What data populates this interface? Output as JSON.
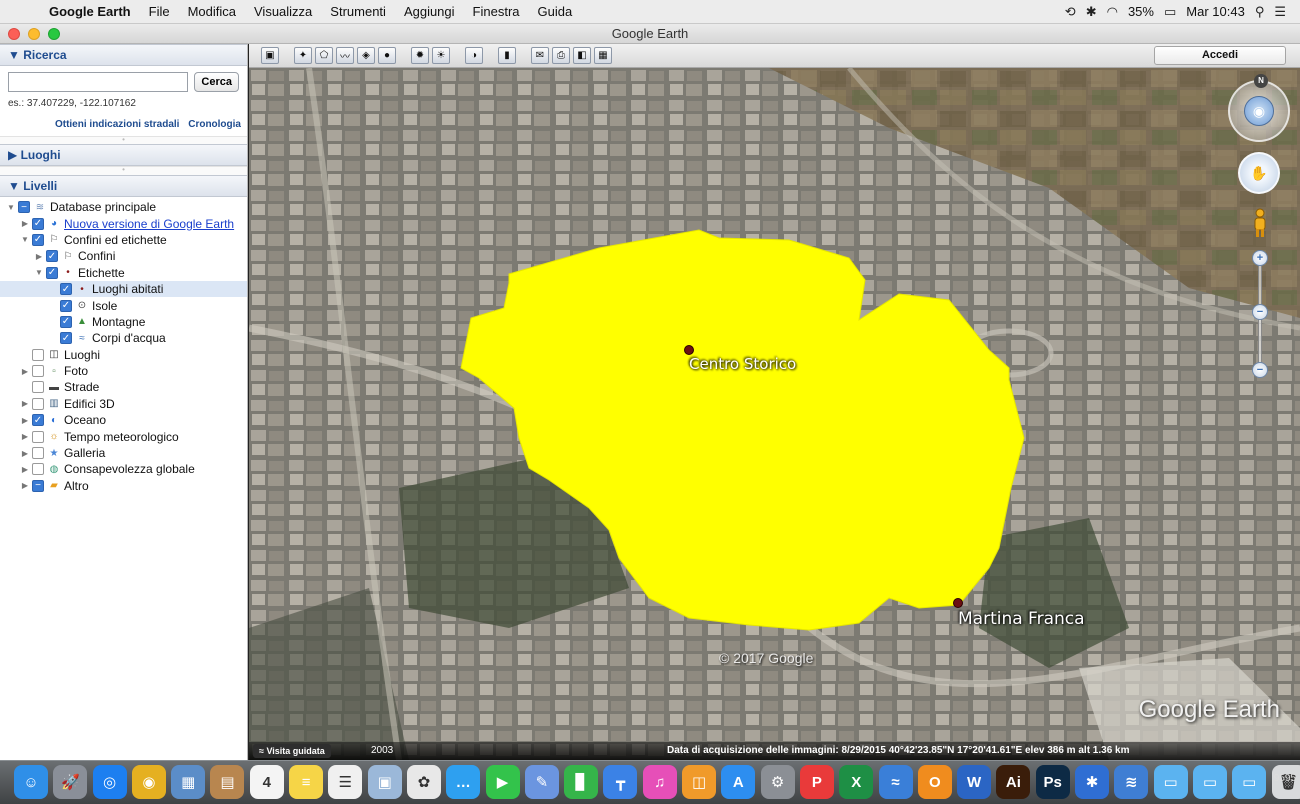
{
  "menubar": {
    "app_name": "Google Earth",
    "items": [
      "File",
      "Modifica",
      "Visualizza",
      "Strumenti",
      "Aggiungi",
      "Finestra",
      "Guida"
    ],
    "battery": "35%",
    "clock": "Mar 10:43"
  },
  "window": {
    "title": "Google Earth"
  },
  "sidebar": {
    "search": {
      "header": "▼ Ricerca",
      "input_value": "",
      "button": "Cerca",
      "example": "es.: 37.407229, -122.107162",
      "link_directions": "Ottieni indicazioni stradali",
      "link_history": "Cronologia"
    },
    "places": {
      "header": "▶ Luoghi"
    },
    "layers": {
      "header": "▼ Livelli",
      "items": [
        {
          "label": "Database principale",
          "indent": 0,
          "tri": "▼",
          "cb": "part",
          "icon": "stack-icon"
        },
        {
          "label": "Nuova versione di Google Earth",
          "indent": 1,
          "tri": "▶",
          "cb": "on",
          "icon": "globe-icon",
          "link": true
        },
        {
          "label": "Confini ed etichette",
          "indent": 1,
          "tri": "▼",
          "cb": "on",
          "icon": "flag-icon"
        },
        {
          "label": "Confini",
          "indent": 2,
          "tri": "▶",
          "cb": "on",
          "icon": "flag-icon"
        },
        {
          "label": "Etichette",
          "indent": 2,
          "tri": "▼",
          "cb": "on",
          "icon": "dot-icon"
        },
        {
          "label": "Luoghi abitati",
          "indent": 3,
          "tri": "",
          "cb": "on",
          "icon": "dot-icon",
          "selected": true
        },
        {
          "label": "Isole",
          "indent": 3,
          "tri": "",
          "cb": "on",
          "icon": "island-icon"
        },
        {
          "label": "Montagne",
          "indent": 3,
          "tri": "",
          "cb": "on",
          "icon": "mountain-icon"
        },
        {
          "label": "Corpi d'acqua",
          "indent": 3,
          "tri": "",
          "cb": "on",
          "icon": "water-icon"
        },
        {
          "label": "Luoghi",
          "indent": 1,
          "tri": "",
          "cb": "off",
          "icon": "places-icon"
        },
        {
          "label": "Foto",
          "indent": 1,
          "tri": "▶",
          "cb": "off",
          "icon": "photo-icon"
        },
        {
          "label": "Strade",
          "indent": 1,
          "tri": "",
          "cb": "off",
          "icon": "road-icon"
        },
        {
          "label": "Edifici 3D",
          "indent": 1,
          "tri": "▶",
          "cb": "off",
          "icon": "building-icon"
        },
        {
          "label": "Oceano",
          "indent": 1,
          "tri": "▶",
          "cb": "on",
          "icon": "ocean-icon"
        },
        {
          "label": "Tempo meteorologico",
          "indent": 1,
          "tri": "▶",
          "cb": "off",
          "icon": "weather-icon"
        },
        {
          "label": "Galleria",
          "indent": 1,
          "tri": "▶",
          "cb": "off",
          "icon": "gallery-icon"
        },
        {
          "label": "Consapevolezza globale",
          "indent": 1,
          "tri": "▶",
          "cb": "off",
          "icon": "awareness-icon"
        },
        {
          "label": "Altro",
          "indent": 1,
          "tri": "▶",
          "cb": "part",
          "icon": "folder-icon"
        }
      ]
    }
  },
  "toolbar": {
    "signin": "Accedi",
    "buttons": [
      "sidebar-toggle-icon",
      "placemark-icon",
      "polygon-icon",
      "path-icon",
      "overlay-icon",
      "record-tour-icon",
      "history-icon",
      "sun-icon",
      "planets-icon",
      "ruler-icon",
      "email-icon",
      "print-icon",
      "view-in-maps-icon",
      "save-image-icon"
    ]
  },
  "map": {
    "labels": {
      "centro": "Centro Storico",
      "martina": "Martina Franca"
    },
    "copyright": "© 2017 Google",
    "watermark": "Google Earth",
    "status": {
      "tour": "≈ Visita guidata",
      "year": "2003",
      "info": "Data di acquisizione delle immagini: 8/29/2015    40°42'23.85\"N  17°20'41.61\"E  elev  386 m     alt  1.36 km"
    },
    "colors": {
      "polygon": "#ffff00",
      "terrain": "#6c6a60"
    }
  },
  "dock": {
    "icons": [
      {
        "name": "finder-icon",
        "bg": "#2f8fe8",
        "g": "☺"
      },
      {
        "name": "launchpad-icon",
        "bg": "#8a8f98",
        "g": "🚀"
      },
      {
        "name": "safari-icon",
        "bg": "#1d7ff0",
        "g": "◎"
      },
      {
        "name": "chrome-icon",
        "bg": "#e5b021",
        "g": "◉"
      },
      {
        "name": "preview-icon",
        "bg": "#5b8dc8",
        "g": "▦"
      },
      {
        "name": "contacts-icon",
        "bg": "#b8864f",
        "g": "▤"
      },
      {
        "name": "calendar-icon",
        "bg": "#f4f4f4",
        "g": "4"
      },
      {
        "name": "notes-icon",
        "bg": "#f6d547",
        "g": "≡"
      },
      {
        "name": "reminders-icon",
        "bg": "#f0f0f0",
        "g": "☰"
      },
      {
        "name": "photos-preview-icon",
        "bg": "#9bb8d9",
        "g": "▣"
      },
      {
        "name": "photos-icon",
        "bg": "#e8e8e8",
        "g": "✿"
      },
      {
        "name": "messages-icon",
        "bg": "#2ea0f0",
        "g": "…"
      },
      {
        "name": "facetime-icon",
        "bg": "#33c34b",
        "g": "▶"
      },
      {
        "name": "keynote-icon",
        "bg": "#6b95e0",
        "g": "✎"
      },
      {
        "name": "numbers-icon",
        "bg": "#35b54a",
        "g": "▊"
      },
      {
        "name": "keynote2-icon",
        "bg": "#3b82e6",
        "g": "┳"
      },
      {
        "name": "itunes-icon",
        "bg": "#e64fb8",
        "g": "♫"
      },
      {
        "name": "ibooks-icon",
        "bg": "#f09a2a",
        "g": "◫"
      },
      {
        "name": "appstore-icon",
        "bg": "#2d8ef0",
        "g": "A"
      },
      {
        "name": "system-prefs-icon",
        "bg": "#8b8f95",
        "g": "⚙"
      },
      {
        "name": "pocket-icon",
        "bg": "#e93a3a",
        "g": "P"
      },
      {
        "name": "excel-icon",
        "bg": "#1e8f45",
        "g": "X"
      },
      {
        "name": "wave-icon",
        "bg": "#3a7fd8",
        "g": "≈"
      },
      {
        "name": "office-icon",
        "bg": "#f08c1e",
        "g": "O"
      },
      {
        "name": "word-icon",
        "bg": "#2b65c4",
        "g": "W"
      },
      {
        "name": "illustrator-icon",
        "bg": "#3a1d0a",
        "g": "Ai"
      },
      {
        "name": "photoshop-icon",
        "bg": "#0d2a45",
        "g": "Ps"
      },
      {
        "name": "bluetooth-icon",
        "bg": "#2f6ed3",
        "g": "✱"
      },
      {
        "name": "google-earth-icon",
        "bg": "#3f7ed3",
        "g": "≋"
      },
      {
        "name": "folder-apps-icon",
        "bg": "#5bb3f0",
        "g": "▭"
      },
      {
        "name": "folder-docs-icon",
        "bg": "#5bb3f0",
        "g": "▭"
      },
      {
        "name": "folder-downloads-icon",
        "bg": "#5bb3f0",
        "g": "▭"
      },
      {
        "name": "trash-icon",
        "bg": "#d8dadc",
        "g": "🗑"
      }
    ],
    "trailing": "9595"
  }
}
